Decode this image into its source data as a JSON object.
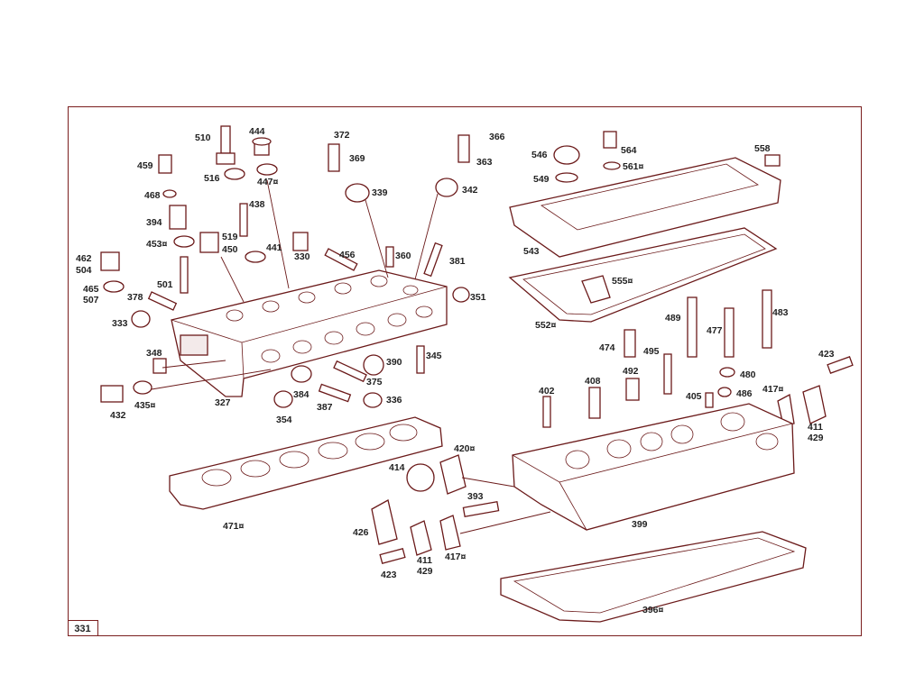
{
  "page_number": "331",
  "colors": {
    "line": "#6b1a1a",
    "frame": "#7a1e1e",
    "text": "#222222"
  },
  "labels": {
    "p510": "510",
    "p444": "444",
    "p372": "372",
    "p366": "366",
    "p459": "459",
    "p516": "516",
    "p447": "447¤",
    "p369": "369",
    "p363": "363",
    "p468": "468",
    "p438": "438",
    "p339": "339",
    "p342": "342",
    "p394": "394",
    "p519": "519",
    "p450": "450",
    "p441": "441",
    "p330": "330",
    "p453": "453¤",
    "p456": "456",
    "p360": "360",
    "p381": "381",
    "p462": "462",
    "p504": "504",
    "p501": "501",
    "p465": "465",
    "p507": "507",
    "p378": "378",
    "p351": "351",
    "p333": "333",
    "p348": "348",
    "p345": "345",
    "p390": "390",
    "p375": "375",
    "p384": "384",
    "p336": "336",
    "p327": "327",
    "p387": "387",
    "p432": "432",
    "p435": "435¤",
    "p354": "354",
    "p546": "546",
    "p564": "564",
    "p558": "558",
    "p561": "561¤",
    "p549": "549",
    "p543": "543",
    "p555": "555¤",
    "p552": "552¤",
    "p489": "489",
    "p477": "477",
    "p483": "483",
    "p474": "474",
    "p495": "495",
    "p492": "492",
    "p408": "408",
    "p402": "402",
    "p480": "480",
    "p405": "405",
    "p486": "486",
    "p417a": "417¤",
    "p423a": "423",
    "p411a": "411",
    "p429a": "429",
    "p420": "420¤",
    "p414": "414",
    "p393": "393",
    "p399": "399",
    "p471": "471¤",
    "p426": "426",
    "p411b": "411",
    "p429b": "429",
    "p417b": "417¤",
    "p423b": "423",
    "p396": "396¤"
  }
}
